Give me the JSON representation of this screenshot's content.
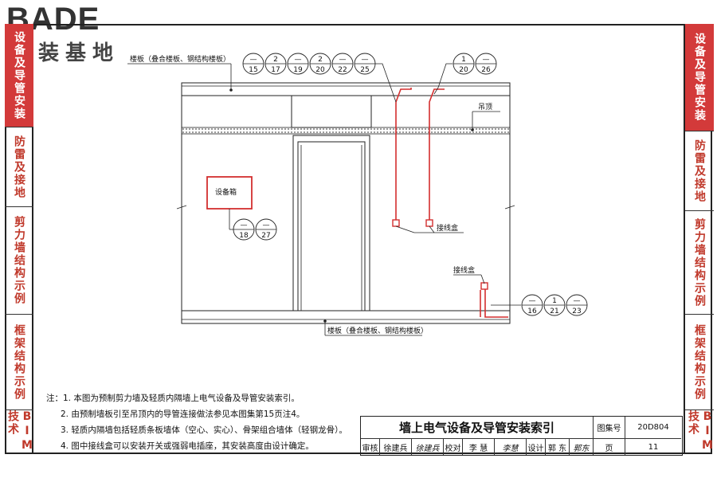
{
  "logo": {
    "main": "BADE",
    "sub": "建装基地"
  },
  "side_tabs": {
    "left": [
      "设备及导管安装",
      "防雷及接地",
      "剪力墙结构示例",
      "框架结构示例",
      "BIM技术"
    ],
    "right": [
      "设备及导管安装",
      "防雷及接地",
      "剪力墙结构示例",
      "框架结构示例",
      "BIM技术"
    ],
    "active_index": 0
  },
  "diagram": {
    "top_floor_label": "楼板（叠合楼板、钢结构楼板）",
    "bottom_floor_label": "楼板（叠合楼板、钢结构楼板）",
    "ceiling_label": "吊顶",
    "equipment_box_label": "设备箱",
    "junction_box_label_1": "接线盒",
    "junction_box_label_2": "接线盒",
    "index_top_left": [
      {
        "top": "—",
        "bottom": "15"
      },
      {
        "top": "2",
        "bottom": "17"
      },
      {
        "top": "—",
        "bottom": "19"
      },
      {
        "top": "2",
        "bottom": "20"
      },
      {
        "top": "—",
        "bottom": "22"
      },
      {
        "top": "—",
        "bottom": "25"
      }
    ],
    "index_top_right": [
      {
        "top": "1",
        "bottom": "20"
      },
      {
        "top": "—",
        "bottom": "26"
      }
    ],
    "index_equipment": [
      {
        "top": "—",
        "bottom": "18"
      },
      {
        "top": "—",
        "bottom": "27"
      }
    ],
    "index_bottom_right": [
      {
        "top": "—",
        "bottom": "16"
      },
      {
        "top": "1",
        "bottom": "21"
      },
      {
        "top": "—",
        "bottom": "23"
      }
    ]
  },
  "notes": [
    "注：1. 本图为预制剪力墙及轻质内隔墙上电气设备及导管安装索引。",
    "2. 由预制墙板引至吊顶内的导管连接做法参见本图集第15页注4。",
    "3. 轻质内隔墙包括轻质条板墙体（空心、实心）、骨架组合墙体（轻钢龙骨）。",
    "4. 图中接线盒可以安装开关或强弱电插座，其安装高度由设计确定。"
  ],
  "title_block": {
    "title": "墙上电气设备及导管安装索引",
    "atlas_label": "图集号",
    "atlas_no": "20D804",
    "review_label": "审核",
    "reviewer": "徐建兵",
    "reviewer_sign": "徐建兵",
    "check_label": "校对",
    "checker": "李 慧",
    "checker_sign": "李慧",
    "design_label": "设计",
    "designer": "郭 东",
    "designer_sign": "郭东",
    "page_label": "页",
    "page_no": "11"
  },
  "colors": {
    "red": "#d32f2f",
    "tab_red": "#c0392b",
    "active_tab_bg": "#d33a3a"
  }
}
